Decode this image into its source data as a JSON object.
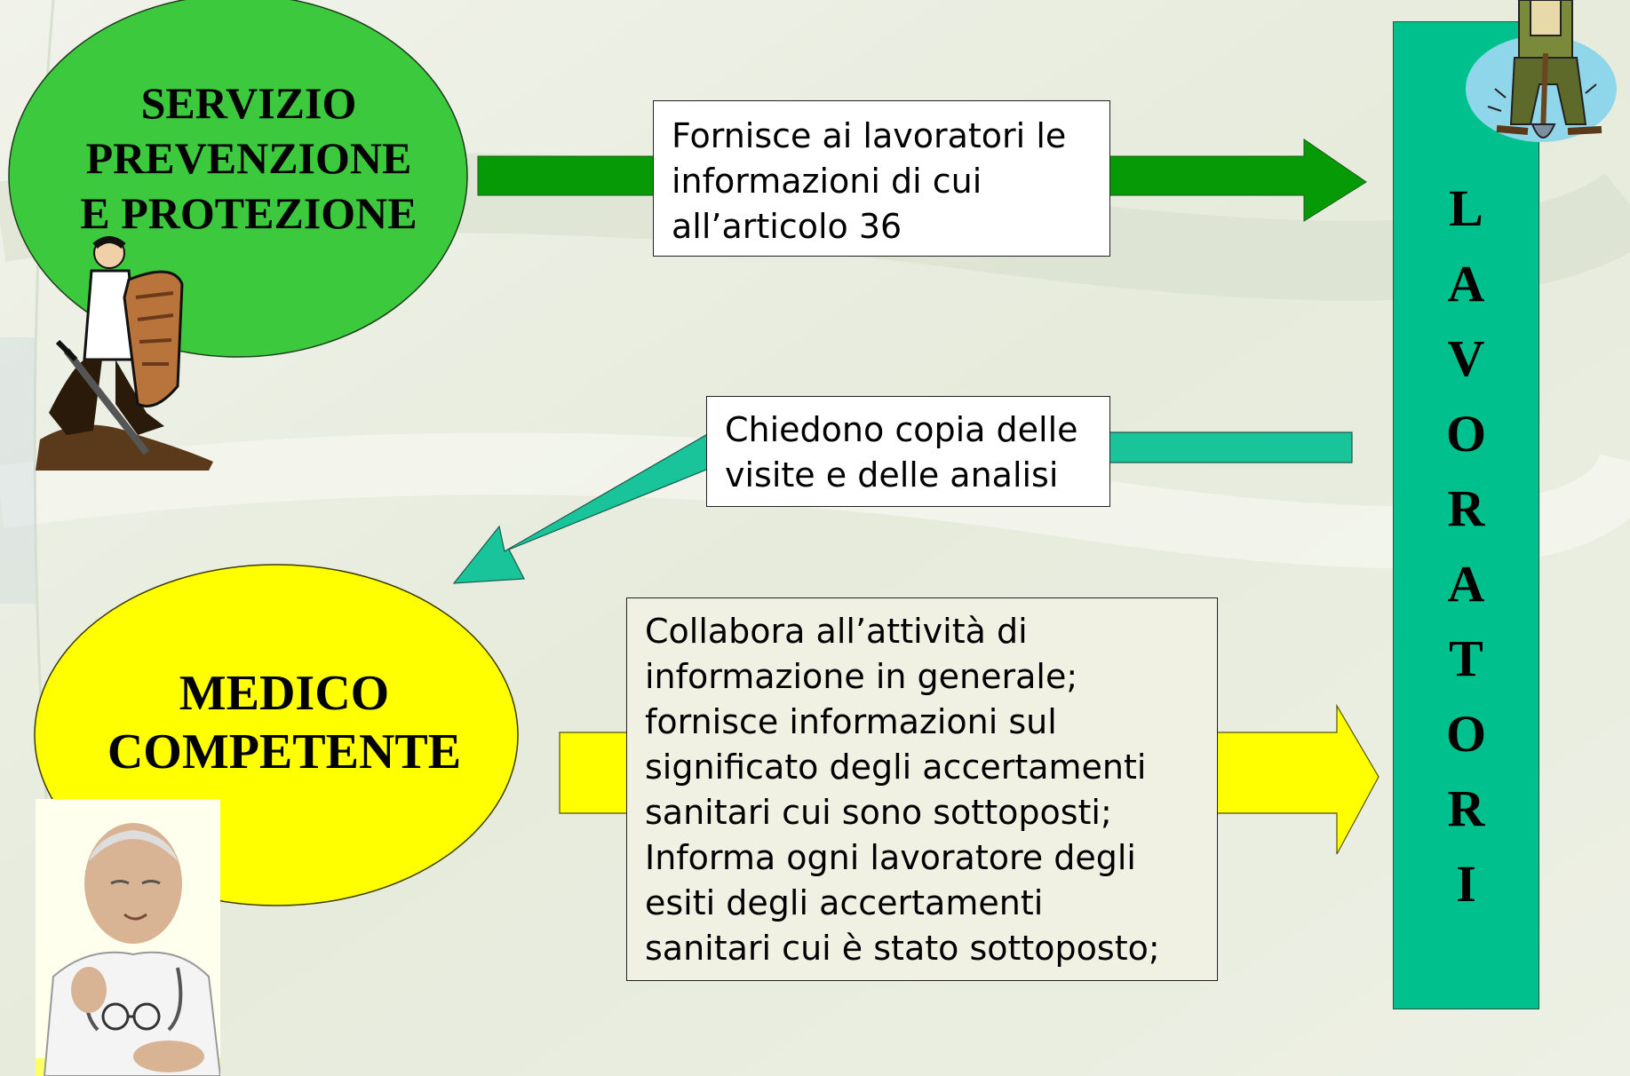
{
  "sppe": {
    "lines": [
      "SERVIZIO",
      "PREVENZIONE",
      "E PROTEZIONE"
    ],
    "color": "#3dc93d"
  },
  "medico": {
    "lines": [
      "MEDICO",
      "COMPETENTE"
    ],
    "color": "#ffff00"
  },
  "workers": {
    "letters": [
      "L",
      "A",
      "V",
      "O",
      "R",
      "A",
      "T",
      "O",
      "R",
      "I"
    ],
    "color": "#00c18e"
  },
  "box_fornisce": {
    "lines": [
      "Fornisce ai lavoratori le",
      "informazioni di cui",
      "all’articolo 36"
    ]
  },
  "box_chiedono": {
    "lines": [
      "Chiedono copia delle",
      "visite e delle analisi"
    ]
  },
  "box_collabora": {
    "lines": [
      "Collabora all’attività di",
      "informazione in generale;",
      "fornisce informazioni sul",
      "significato degli accertamenti",
      "sanitari cui sono sottoposti;",
      "Informa ogni lavoratore degli",
      "esiti degli accertamenti",
      "sanitari cui è stato sottoposto;"
    ]
  },
  "icons": [
    "worker-digging-clipart",
    "knight-shield-clipart",
    "doctor-clipart"
  ]
}
